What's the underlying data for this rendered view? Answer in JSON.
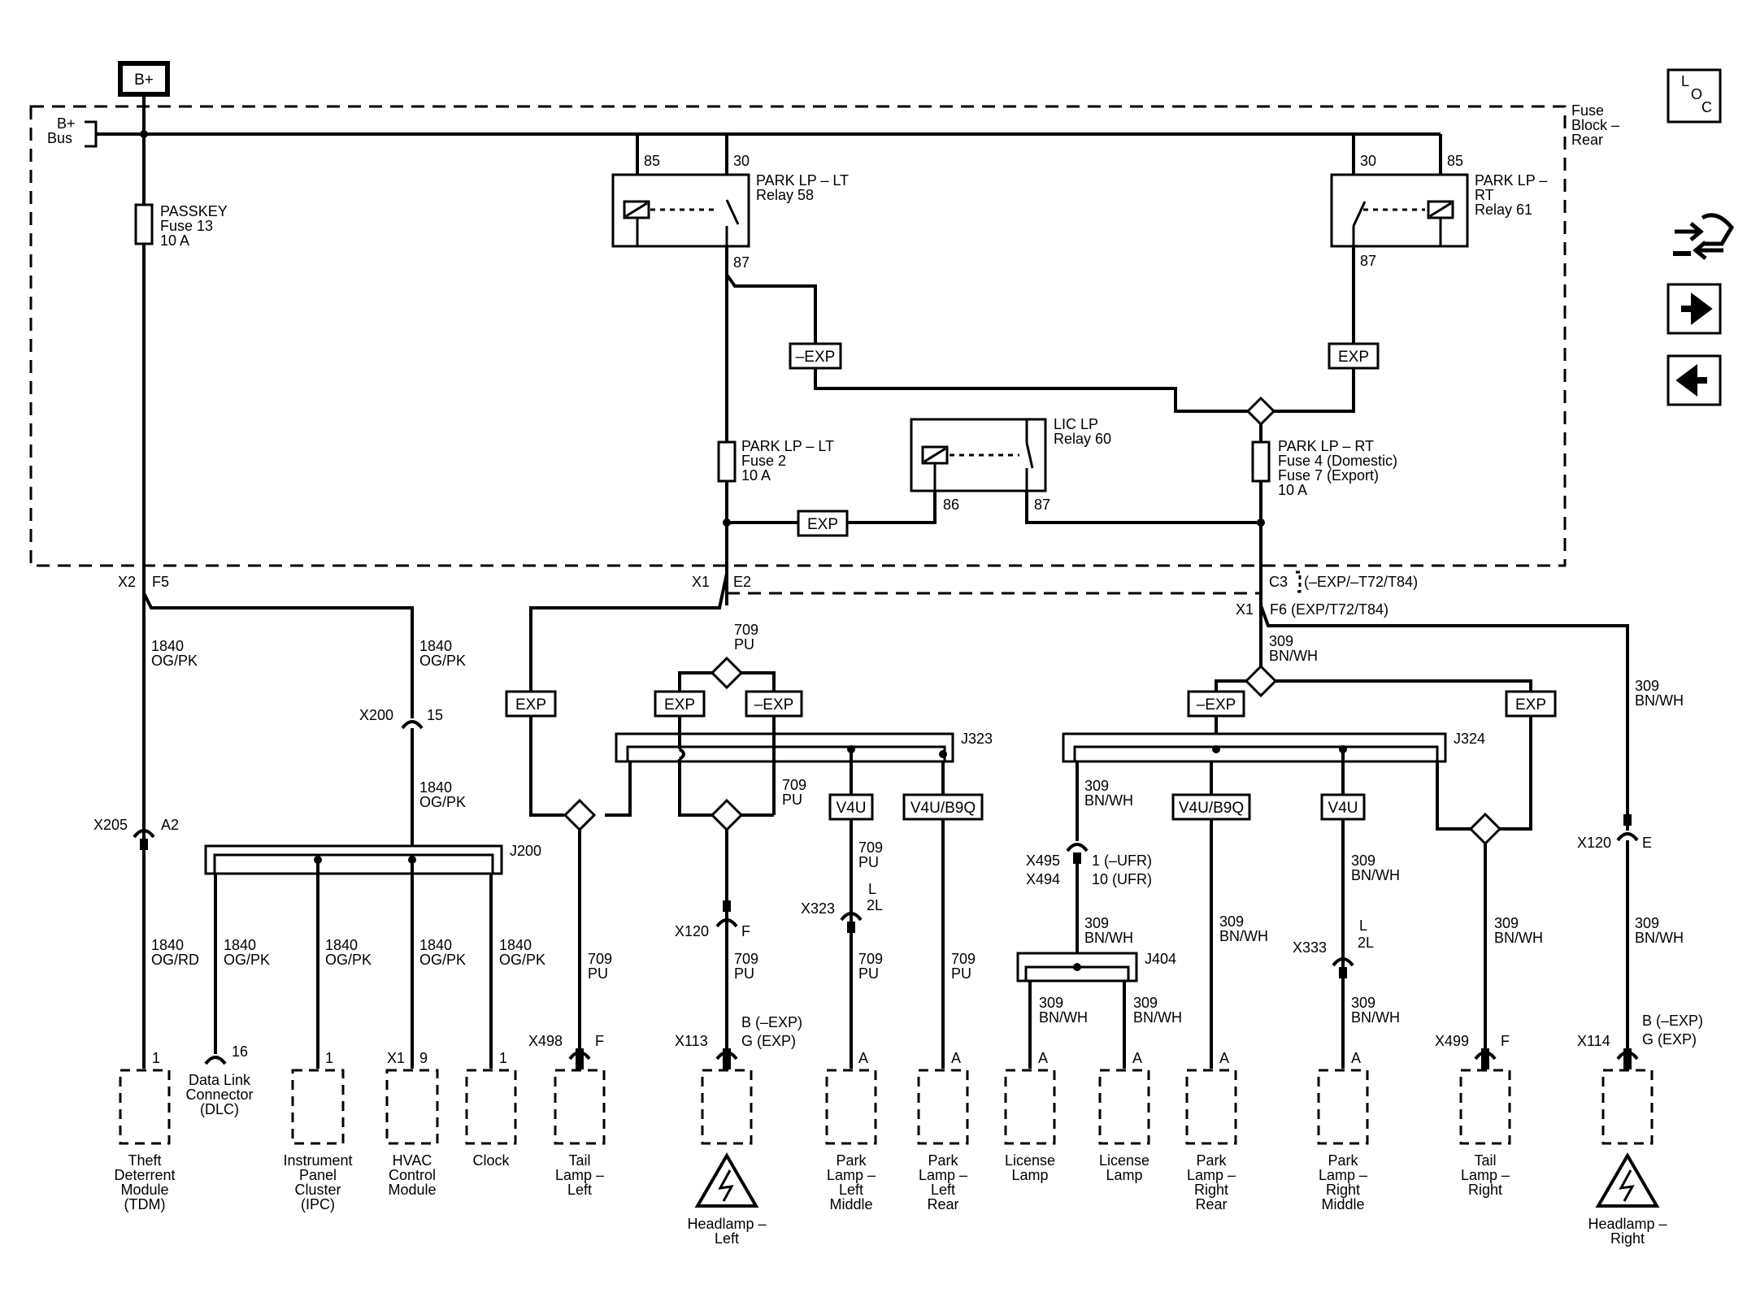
{
  "power": {
    "bplus": "B+",
    "bus_line1": "B+",
    "bus_line2": "Bus"
  },
  "fuse_block": [
    "Fuse",
    "Block –",
    "Rear"
  ],
  "loc": [
    "L",
    "O",
    "C"
  ],
  "fuses": {
    "passkey": [
      "PASSKEY",
      "Fuse 13",
      "10 A"
    ],
    "park_lt": [
      "PARK LP – LT",
      "Fuse 2",
      "10 A"
    ],
    "park_rt": [
      "PARK LP – RT",
      "Fuse 4 (Domestic)",
      "Fuse 7 (Export)",
      "10 A"
    ]
  },
  "relays": {
    "lt": {
      "name": [
        "PARK LP – LT",
        "Relay 58"
      ],
      "pins": [
        "85",
        "30",
        "87"
      ]
    },
    "rt": {
      "name": [
        "PARK LP –",
        "RT",
        "Relay 61"
      ],
      "pins": [
        "30",
        "85",
        "87"
      ]
    },
    "lic": {
      "name": [
        "LIC LP",
        "Relay 60"
      ],
      "pins": [
        "86",
        "87"
      ]
    }
  },
  "options": {
    "exp": "EXP",
    "nexp": "–EXP",
    "v4u": "V4U",
    "v4ub9q": "V4U/B9Q"
  },
  "splices": {
    "j323": "J323",
    "j324": "J324",
    "j200": "J200",
    "j404": "J404"
  },
  "connectors": {
    "x2": "X2",
    "f5": "F5",
    "x1_left": "X1",
    "e2": "E2",
    "c3": "C3",
    "c3_note": "(–EXP/–T72/T84)",
    "x1_right": "X1",
    "f6": "F6 (EXP/T72/T84)",
    "x200": "X200",
    "p15": "15",
    "x205": "X205",
    "a2": "A2",
    "x120l": "X120",
    "fl": "F",
    "x323": "X323",
    "l323": "L",
    "l2l": "2L",
    "x495": "X495",
    "x494": "X494",
    "ufr1": "1 (–UFR)",
    "ufr10": "10 (UFR)",
    "x333": "X333",
    "l333": "L",
    "l2l_r": "2L",
    "x120r": "X120",
    "er": "E",
    "x498": "X498",
    "f498": "F",
    "x113": "X113",
    "b113": "B (–EXP)",
    "g113": "G (EXP)",
    "x499": "X499",
    "f499": "F",
    "x114": "X114",
    "b114": "B (–EXP)",
    "g114": "G (EXP)",
    "p16": "16",
    "p1_tdm": "1",
    "p1_ipc": "1",
    "x1_hvac": "X1",
    "p9": "9",
    "p1_clk": "1",
    "pa1": "A",
    "pa2": "A",
    "pa3": "A",
    "pa4": "A",
    "pa5": "A",
    "pa6": "A"
  },
  "wires": {
    "og_pk_1840": [
      "1840",
      "OG/PK"
    ],
    "og_rd_1840": [
      "1840",
      "OG/RD"
    ],
    "pu_709": [
      "709",
      "PU"
    ],
    "bnwh_309": [
      "309",
      "BN/WH"
    ]
  },
  "components": {
    "tdm": [
      "Theft",
      "Deterrent",
      "Module",
      "(TDM)"
    ],
    "dlc": [
      "Data Link",
      "Connector",
      "(DLC)"
    ],
    "ipc": [
      "Instrument",
      "Panel",
      "Cluster",
      "(IPC)"
    ],
    "hvac": [
      "HVAC",
      "Control",
      "Module"
    ],
    "clock": [
      "Clock"
    ],
    "tail_l": [
      "Tail",
      "Lamp –",
      "Left"
    ],
    "head_l": [
      "Headlamp –",
      "Left"
    ],
    "park_lm": [
      "Park",
      "Lamp –",
      "Left",
      "Middle"
    ],
    "park_lr": [
      "Park",
      "Lamp –",
      "Left",
      "Rear"
    ],
    "lic1": [
      "License",
      "Lamp"
    ],
    "lic2": [
      "License",
      "Lamp"
    ],
    "park_rr": [
      "Park",
      "Lamp –",
      "Right",
      "Rear"
    ],
    "park_rm": [
      "Park",
      "Lamp –",
      "Right",
      "Middle"
    ],
    "tail_r": [
      "Tail",
      "Lamp –",
      "Right"
    ],
    "head_r": [
      "Headlamp –",
      "Right"
    ]
  }
}
